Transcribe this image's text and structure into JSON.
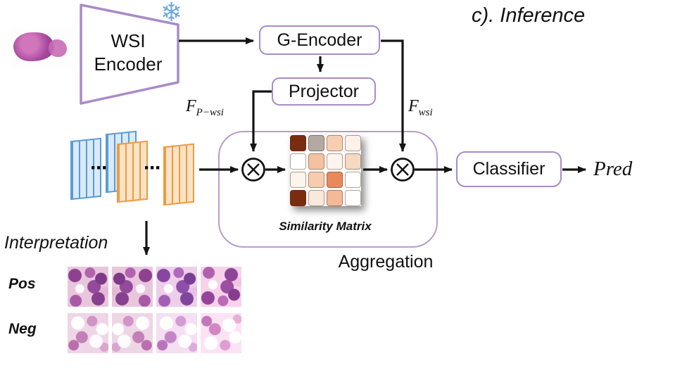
{
  "title": "c). Inference",
  "icons": {
    "snowflake": "❄"
  },
  "wsi_encoder": {
    "line1": "WSI",
    "line2": "Encoder"
  },
  "boxes": {
    "g_encoder": "G-Encoder",
    "projector": "Projector",
    "classifier": "Classifier"
  },
  "flow_labels": {
    "f_p_wsi": {
      "base": "F",
      "sub": "P−wsi"
    },
    "f_wsi": {
      "base": "F",
      "sub": "wsi"
    },
    "pred": "Pred"
  },
  "aggregation": {
    "label": "Aggregation",
    "similarity_matrix_label": "Similarity Matrix",
    "operator": "⊗"
  },
  "patches": {
    "dots": "···"
  },
  "interpretation": {
    "label": "Interpretation",
    "pos": "Pos",
    "neg": "Neg"
  },
  "similarity_matrix": {
    "rows": 4,
    "cols": 4,
    "colors": [
      [
        "#7a2c10",
        "#b3a9a1",
        "#f6cfb2",
        "#fdf1e9"
      ],
      [
        "#ffffff",
        "#f3c3a1",
        "#fdf4ed",
        "#f6d8c3"
      ],
      [
        "#fdf4ed",
        "#f5ccae",
        "#e8895c",
        "#ffffff"
      ],
      [
        "#7a2c10",
        "#f9e9dc",
        "#f2ba97",
        "#ffffff"
      ]
    ]
  },
  "colors": {
    "box_border": "#a98bc8",
    "aggregation_border": "#b49ed2",
    "blue_patch": "#5b9bd5",
    "orange_patch": "#ed9b40",
    "snowflake": "#6faae0",
    "arrow": "#141414"
  }
}
